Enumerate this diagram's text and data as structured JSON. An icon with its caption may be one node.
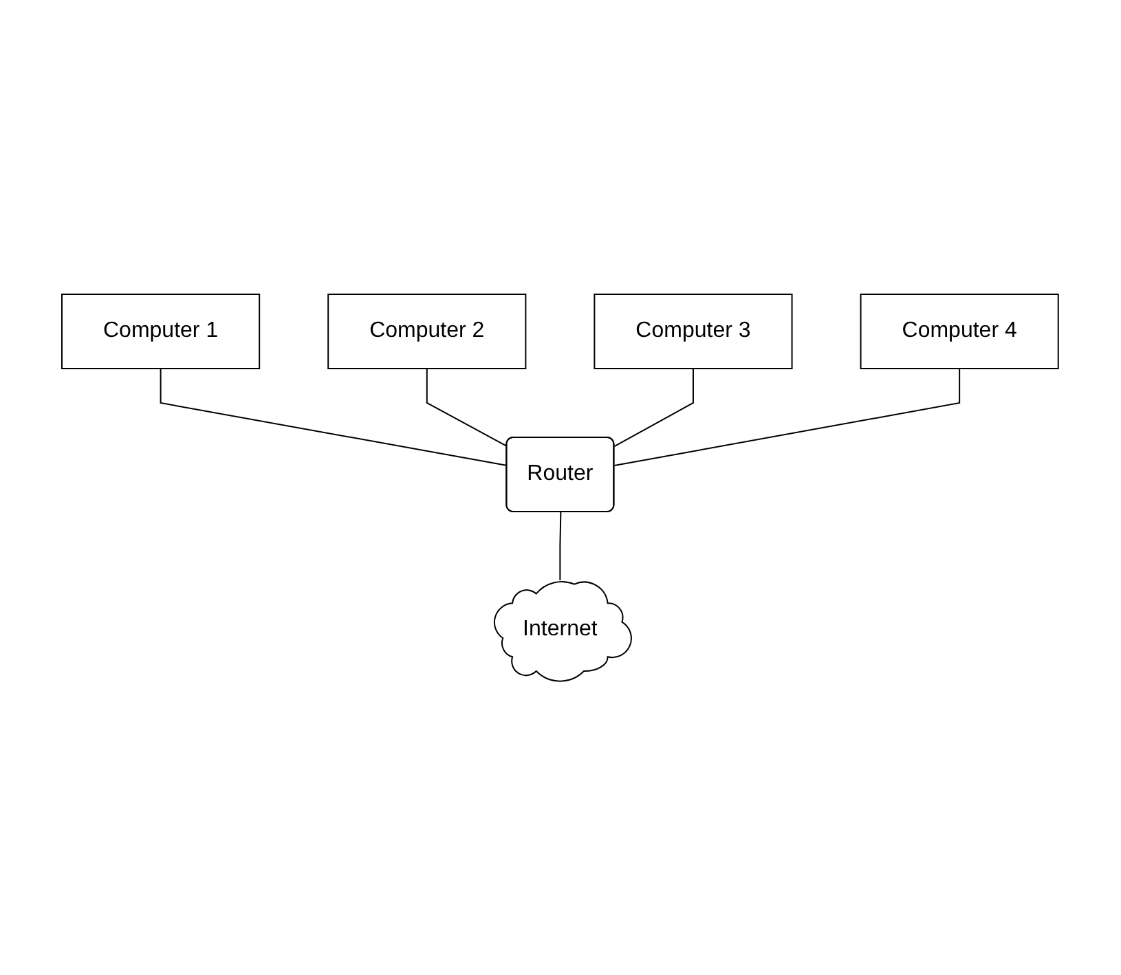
{
  "diagram": {
    "nodes": [
      {
        "text": [
          "Computer 1"
        ]
      },
      {
        "text": [
          "Computer 2"
        ]
      },
      {
        "text": [
          "Computer 3"
        ]
      },
      {
        "text": [
          "Computer 4"
        ]
      },
      {
        "text": [
          "Router"
        ]
      },
      {
        "text": [
          "Internet"
        ]
      }
    ],
    "edges": [
      {
        "from": 0,
        "to": 4,
        "arrow": "none"
      },
      {
        "from": 1,
        "to": 4,
        "arrow": "none"
      },
      {
        "from": 2,
        "to": 4,
        "arrow": "none"
      },
      {
        "from": 3,
        "to": 4,
        "arrow": "none"
      },
      {
        "from": 4,
        "to": 5,
        "arrow": "none"
      }
    ]
  }
}
